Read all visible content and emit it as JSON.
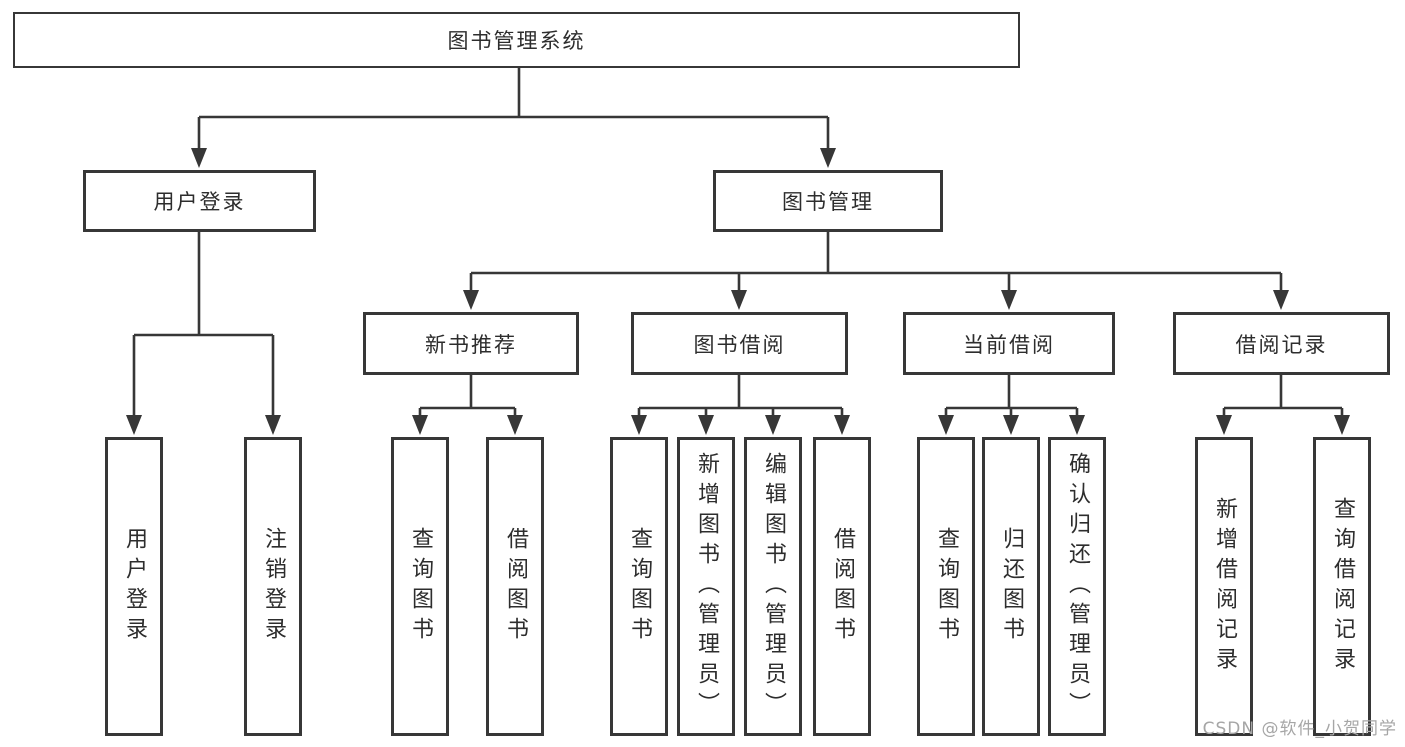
{
  "tree": {
    "label": "图书管理系统",
    "children": [
      {
        "label": "用户登录",
        "children": [
          {
            "label": "用户登录"
          },
          {
            "label": "注销登录"
          }
        ]
      },
      {
        "label": "图书管理",
        "children": [
          {
            "label": "新书推荐",
            "children": [
              {
                "label": "查询图书"
              },
              {
                "label": "借阅图书"
              }
            ]
          },
          {
            "label": "图书借阅",
            "children": [
              {
                "label": "查询图书"
              },
              {
                "label": "新增图书（管理员）"
              },
              {
                "label": "编辑图书（管理员）"
              },
              {
                "label": "借阅图书"
              }
            ]
          },
          {
            "label": "当前借阅",
            "children": [
              {
                "label": "查询图书"
              },
              {
                "label": "归还图书"
              },
              {
                "label": "确认归还（管理员）"
              }
            ]
          },
          {
            "label": "借阅记录",
            "children": [
              {
                "label": "新增借阅记录"
              },
              {
                "label": "查询借阅记录"
              }
            ]
          }
        ]
      }
    ]
  },
  "watermark": {
    "text": "CSDN @软件_小贺同学"
  },
  "colors": {
    "line": "#373737",
    "box_border": "#373737",
    "text": "#2d2d2d",
    "watermark": "#a6a6a6",
    "background": "#ffffff"
  }
}
